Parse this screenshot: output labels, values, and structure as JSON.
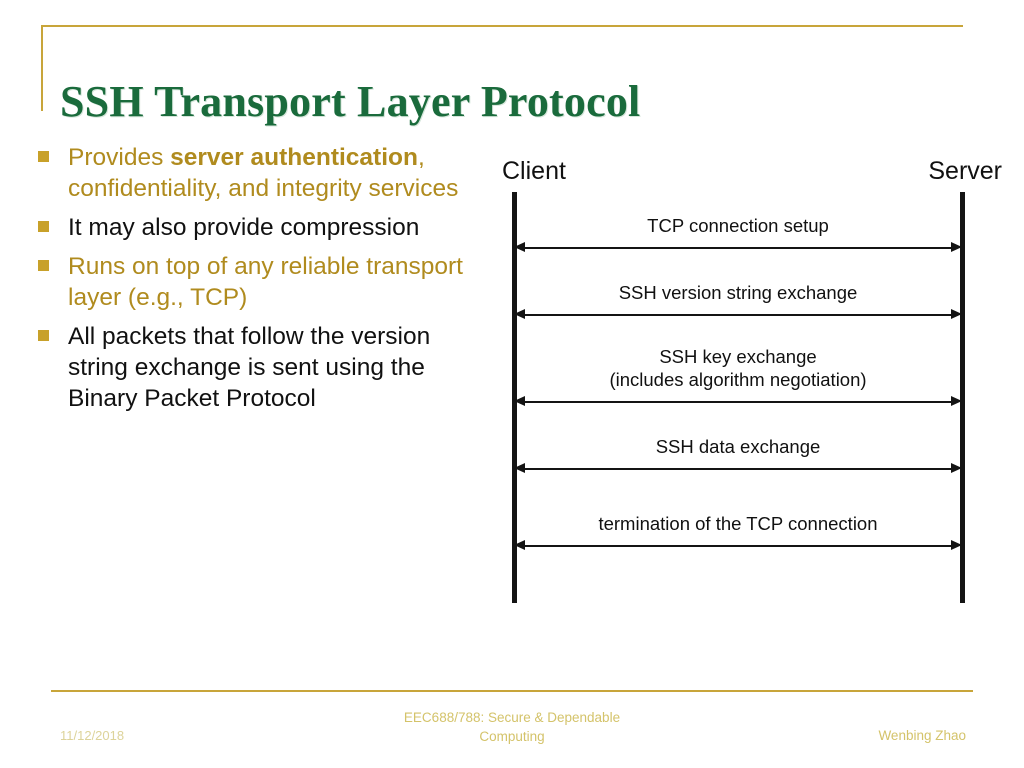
{
  "slide": {
    "title": "SSH Transport Layer Protocol",
    "accent_gold": "#c8a53a",
    "title_green": "#1a6b3c",
    "bullet_gold_text": "#b08b1e",
    "bullet_black_text": "#111111"
  },
  "bullets": [
    {
      "color": "gold",
      "segments": [
        {
          "text": "Provides ",
          "bold": false
        },
        {
          "text": "server authentication",
          "bold": true
        },
        {
          "text": ", confidentiality, and integrity services",
          "bold": false
        }
      ],
      "plain": "Provides server authentication, confidentiality, and integrity services"
    },
    {
      "color": "black",
      "segments": [
        {
          "text": "It may also provide compression",
          "bold": false
        }
      ],
      "plain": "It may also provide compression"
    },
    {
      "color": "gold",
      "segments": [
        {
          "text": "Runs on top of any reliable transport layer (e.g., TCP)",
          "bold": false
        }
      ],
      "plain": "Runs on top of any reliable transport layer (e.g., TCP)"
    },
    {
      "color": "black",
      "segments": [
        {
          "text": "All packets that follow the version string exchange is sent using the Binary Packet Protocol",
          "bold": false
        }
      ],
      "plain": "All packets that follow the version string exchange is sent using the Binary Packet Protocol"
    }
  ],
  "diagram": {
    "actors": {
      "client": "Client",
      "server": "Server"
    },
    "messages": [
      {
        "label_line1": "TCP connection setup",
        "label_line2": "",
        "direction": "bidirectional"
      },
      {
        "label_line1": "SSH version string exchange",
        "label_line2": "",
        "direction": "bidirectional"
      },
      {
        "label_line1": "SSH key exchange",
        "label_line2": "(includes algorithm negotiation)",
        "direction": "bidirectional"
      },
      {
        "label_line1": "SSH data exchange",
        "label_line2": "",
        "direction": "bidirectional"
      },
      {
        "label_line1": "termination of the TCP connection",
        "label_line2": "",
        "direction": "bidirectional"
      }
    ]
  },
  "footer": {
    "date": "11/12/2018",
    "course_line1": "EEC688/788: Secure & Dependable",
    "course_line2": "Computing",
    "author": "Wenbing Zhao"
  }
}
